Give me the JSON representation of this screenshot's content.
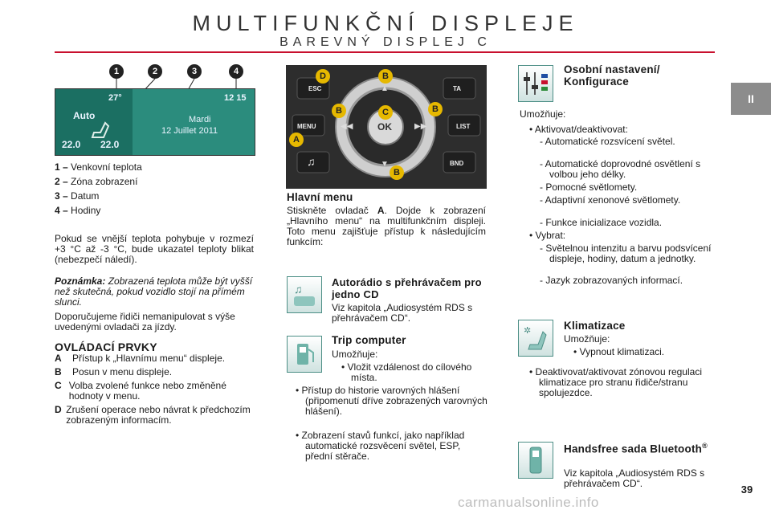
{
  "header": {
    "title": "MULTIFUNKČNÍ DISPLEJE",
    "subtitle": "BAREVNÝ DISPLEJ C",
    "chapter_tab": "II",
    "page_number": "39"
  },
  "colors": {
    "accent_rule": "#c8102e",
    "display_bg": "#1b6f62",
    "tab_bg": "#8c8c8c"
  },
  "display_image": {
    "callouts": [
      "1",
      "2",
      "3",
      "4"
    ],
    "temp_outside": "27°",
    "clock": "12 15",
    "mode": "Auto",
    "day": "Mardi",
    "date": "12 Juillet 2011",
    "temp_left": "22.0",
    "temp_right": "22.0"
  },
  "legend": [
    {
      "num": "1 –",
      "text": "Venkovní teplota"
    },
    {
      "num": "2 –",
      "text": "Zóna zobrazení"
    },
    {
      "num": "3 –",
      "text": "Datum"
    },
    {
      "num": "4 –",
      "text": "Hodiny"
    }
  ],
  "left_text": {
    "p1": "Pokud se vnější teplota pohybuje v rozmezí +3 °C až -3 °C, bude ukazatel teploty blikat (nebezpečí náledí).",
    "note_label": "Poznámka:",
    "note_text": "Zobrazená teplota může být vyšší než skutečná, pokud vozidlo stojí na přímém slunci.",
    "p2": "Doporučujeme řidiči nemanipulovat s výše uvedenými ovladači za jízdy."
  },
  "controls": {
    "heading": "OVLÁDACÍ PRVKY",
    "items": [
      {
        "key": "A",
        "text": "Přístup k „Hlavnímu menu“ displeje."
      },
      {
        "key": "B",
        "text": "Posun v menu displeje."
      },
      {
        "key": "C",
        "text": "Volba zvolené funkce nebo změněné hodnoty v menu."
      },
      {
        "key": "D",
        "text": "Zrušení operace nebo návrat k předchozím zobrazeným informacím."
      }
    ]
  },
  "panel": {
    "esc": "ESC",
    "ta": "TA",
    "menu": "MENU",
    "list": "LIST",
    "ok": "OK",
    "bnd": "BND",
    "badges": {
      "a": "A",
      "b": "B",
      "c": "C",
      "d": "D"
    }
  },
  "main_menu": {
    "heading": "Hlavní menu",
    "text_pre": "Stiskněte ovladač",
    "text_key": "A",
    "text_post": ". Dojde k zobrazení „Hlavního menu“ na multifunkčním displeji. Toto menu zajišťuje přístup k následujícím funkcím:"
  },
  "autoradio": {
    "heading": "Autorádio s přehrávačem pro jedno CD",
    "text": "Viz kapitola „Audiosystém RDS s přehrávačem CD“."
  },
  "trip": {
    "heading": "Trip computer",
    "allows": "Umožňuje:",
    "items": [
      "• Vložit vzdálenost do cílového místa.",
      "• Přístup do historie varovných hlášení (připomenutí dříve zobrazených varovných hlášení).",
      "• Zobrazení stavů funkcí, jako například automatické rozsvěcení světel, ESP, přední stěrače."
    ]
  },
  "personal": {
    "heading": "Osobní nastavení/ Konfigurace",
    "allows": "Umožňuje:",
    "activate": "• Aktivovat/deaktivovat:",
    "activate_items": [
      "- Automatické rozsvícení světel.",
      "- Automatické doprovodné osvětlení s volbou jeho délky.",
      "- Pomocné světlomety.",
      "- Adaptivní xenonové světlomety.",
      "- Funkce inicializace vozidla."
    ],
    "choose": "• Vybrat:",
    "choose_items": [
      "- Světelnou intenzitu a barvu podsvícení displeje, hodiny, datum a jednotky.",
      "- Jazyk zobrazovaných informací."
    ]
  },
  "climate": {
    "heading": "Klimatizace",
    "allows": "Umožňuje:",
    "item": "• Vypnout klimatizaci.",
    "zone": "• Deaktivovat/aktivovat zónovou regulaci klimatizace pro stranu řidiče/stranu spolujezdce."
  },
  "bluetooth": {
    "heading": "Handsfree sada Bluetooth",
    "sup": "®",
    "text": "Viz kapitola „Audiosystém RDS s přehrávačem CD“."
  },
  "watermark": "carmanualsonline.info",
  "icons": [
    "chapter-tab",
    "display-screenshot",
    "control-panel",
    "radio-icon",
    "fuel-pump-icon",
    "settings-sliders-icon",
    "climate-seat-icon",
    "phone-icon"
  ]
}
